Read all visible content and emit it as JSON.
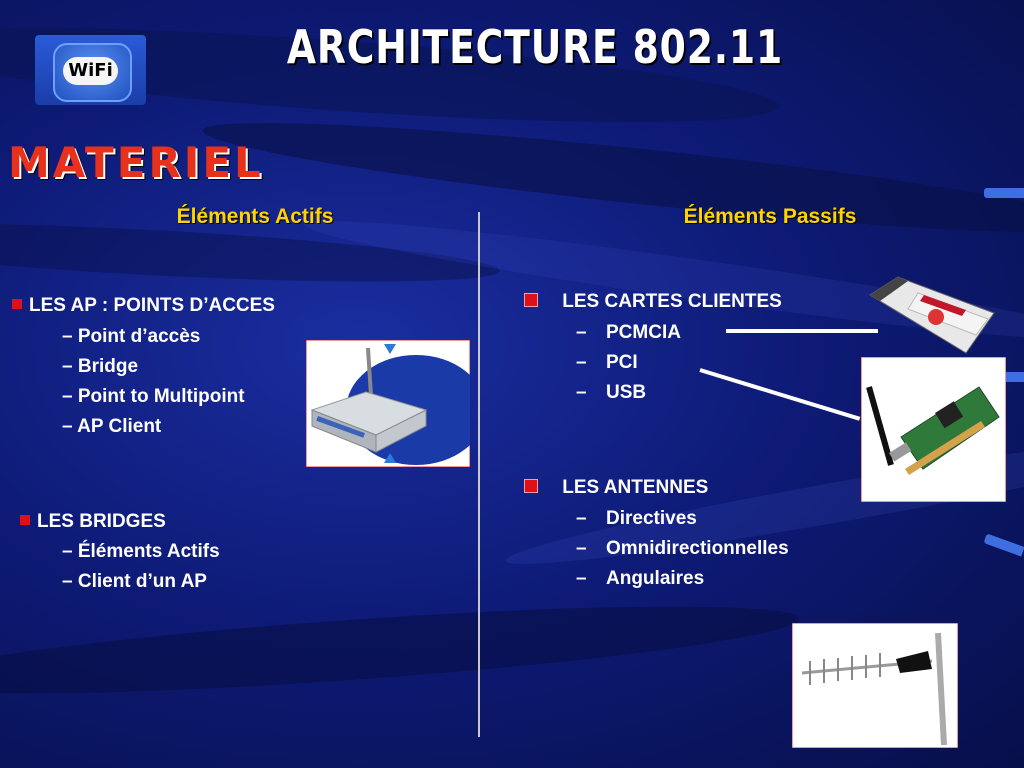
{
  "slide": {
    "title": "ARCHITECTURE 802.11",
    "section_title": "MATERIEL",
    "logo": {
      "text": "WiFi",
      "icon": "wifi-logo-icon"
    }
  },
  "left": {
    "heading": "Éléments Actifs",
    "groups": [
      {
        "label": "LES AP : POINTS D’ACCES",
        "items": [
          "– Point d’accès",
          "– Bridge",
          "– Point to Multipoint",
          "– AP Client"
        ]
      },
      {
        "label": "LES BRIDGES",
        "items": [
          "– Éléments Actifs",
          "– Client d’un AP"
        ]
      }
    ]
  },
  "right": {
    "heading": "Éléments Passifs",
    "groups": [
      {
        "label": "LES CARTES CLIENTES",
        "items": [
          "PCMCIA",
          "PCI",
          "USB"
        ]
      },
      {
        "label": "LES ANTENNES",
        "items": [
          "Directives",
          "Omnidirectionnelles",
          "Angulaires"
        ]
      }
    ],
    "dash": "–"
  },
  "images": {
    "router": "access-point-router-image",
    "pcmcia": "pcmcia-card-image",
    "pci": "pci-wifi-card-image",
    "antenna": "yagi-antenna-image"
  },
  "colors": {
    "accent_red": "#e0101a",
    "heading_yellow": "#ffd400",
    "section_red": "#e6321c",
    "background": "#0e1b78"
  }
}
